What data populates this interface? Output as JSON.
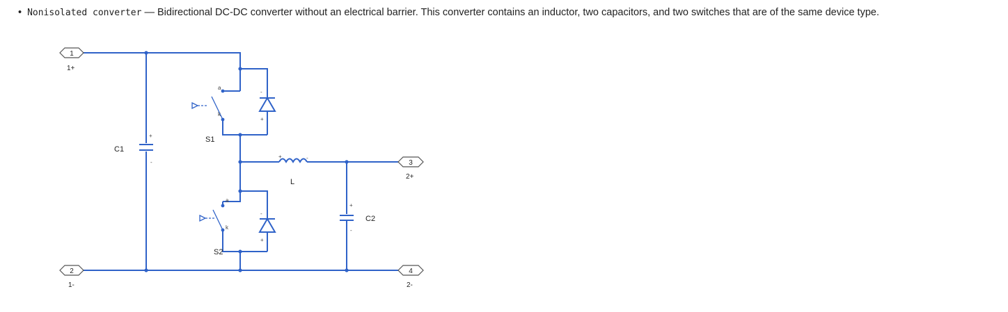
{
  "description": {
    "bullet": "•",
    "term": "Nonisolated converter",
    "text": " — Bidirectional DC-DC converter without an electrical barrier. This converter contains an inductor, two capacitors, and two switches that are of the same device type."
  },
  "diagram": {
    "ports": {
      "p1": {
        "number": "1",
        "label": "1+"
      },
      "p2": {
        "number": "2",
        "label": "1-"
      },
      "p3": {
        "number": "3",
        "label": "2+"
      },
      "p4": {
        "number": "4",
        "label": "2-"
      }
    },
    "components": {
      "c1": "C1",
      "c2": "C2",
      "s1": "S1",
      "s2": "S2",
      "inductor": "L"
    },
    "pins": {
      "anode": "a",
      "cathode": "k",
      "plus": "+",
      "minus": "-"
    }
  }
}
